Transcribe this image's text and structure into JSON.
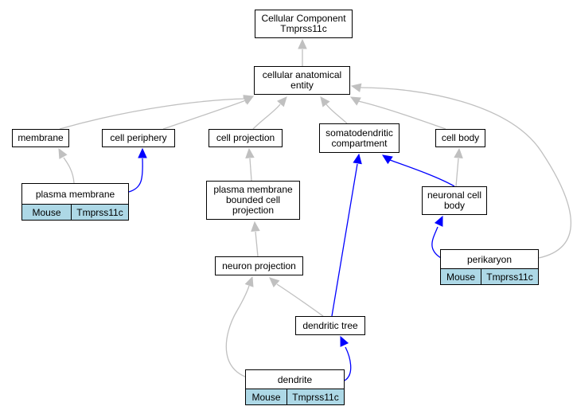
{
  "nodes": {
    "root": "Cellular Component\nTmprss11c",
    "cae": "cellular anatomical\nentity",
    "membrane": "membrane",
    "cell_periphery": "cell periphery",
    "cell_projection": "cell projection",
    "somatodendritic": "somatodendritic\ncompartment",
    "cell_body": "cell body",
    "pm_bounded": "plasma membrane\nbounded cell\nprojection",
    "neuronal_cell_body": "neuronal cell\nbody",
    "neuron_projection": "neuron projection",
    "dendritic_tree": "dendritic tree"
  },
  "annotated_nodes": {
    "plasma_membrane": {
      "label": "plasma membrane",
      "source": "Mouse",
      "gene": "Tmprss11c"
    },
    "perikaryon": {
      "label": "perikaryon",
      "source": "Mouse",
      "gene": "Tmprss11c"
    },
    "dendrite": {
      "label": "dendrite",
      "source": "Mouse",
      "gene": "Tmprss11c"
    }
  },
  "edge_colors": {
    "is_a": "#c0c0c0",
    "part_of": "#0000ff"
  },
  "edges": [
    {
      "from": "cae",
      "to": "root",
      "type": "is_a"
    },
    {
      "from": "membrane",
      "to": "cae",
      "type": "is_a"
    },
    {
      "from": "cell_periphery",
      "to": "cae",
      "type": "is_a"
    },
    {
      "from": "cell_projection",
      "to": "cae",
      "type": "is_a"
    },
    {
      "from": "somatodendritic",
      "to": "cae",
      "type": "is_a"
    },
    {
      "from": "cell_body",
      "to": "cae",
      "type": "is_a"
    },
    {
      "from": "perikaryon",
      "to": "cae",
      "type": "is_a"
    },
    {
      "from": "plasma_membrane",
      "to": "membrane",
      "type": "is_a"
    },
    {
      "from": "plasma_membrane",
      "to": "cell_periphery",
      "type": "part_of"
    },
    {
      "from": "pm_bounded",
      "to": "cell_projection",
      "type": "is_a"
    },
    {
      "from": "neuron_projection",
      "to": "pm_bounded",
      "type": "is_a"
    },
    {
      "from": "neuronal_cell_body",
      "to": "cell_body",
      "type": "is_a"
    },
    {
      "from": "neuronal_cell_body",
      "to": "somatodendritic",
      "type": "part_of"
    },
    {
      "from": "perikaryon",
      "to": "neuronal_cell_body",
      "type": "part_of"
    },
    {
      "from": "dendritic_tree",
      "to": "neuron_projection",
      "type": "is_a"
    },
    {
      "from": "dendritic_tree",
      "to": "somatodendritic",
      "type": "part_of"
    },
    {
      "from": "dendrite",
      "to": "neuron_projection",
      "type": "is_a"
    },
    {
      "from": "dendrite",
      "to": "dendritic_tree",
      "type": "part_of"
    }
  ]
}
